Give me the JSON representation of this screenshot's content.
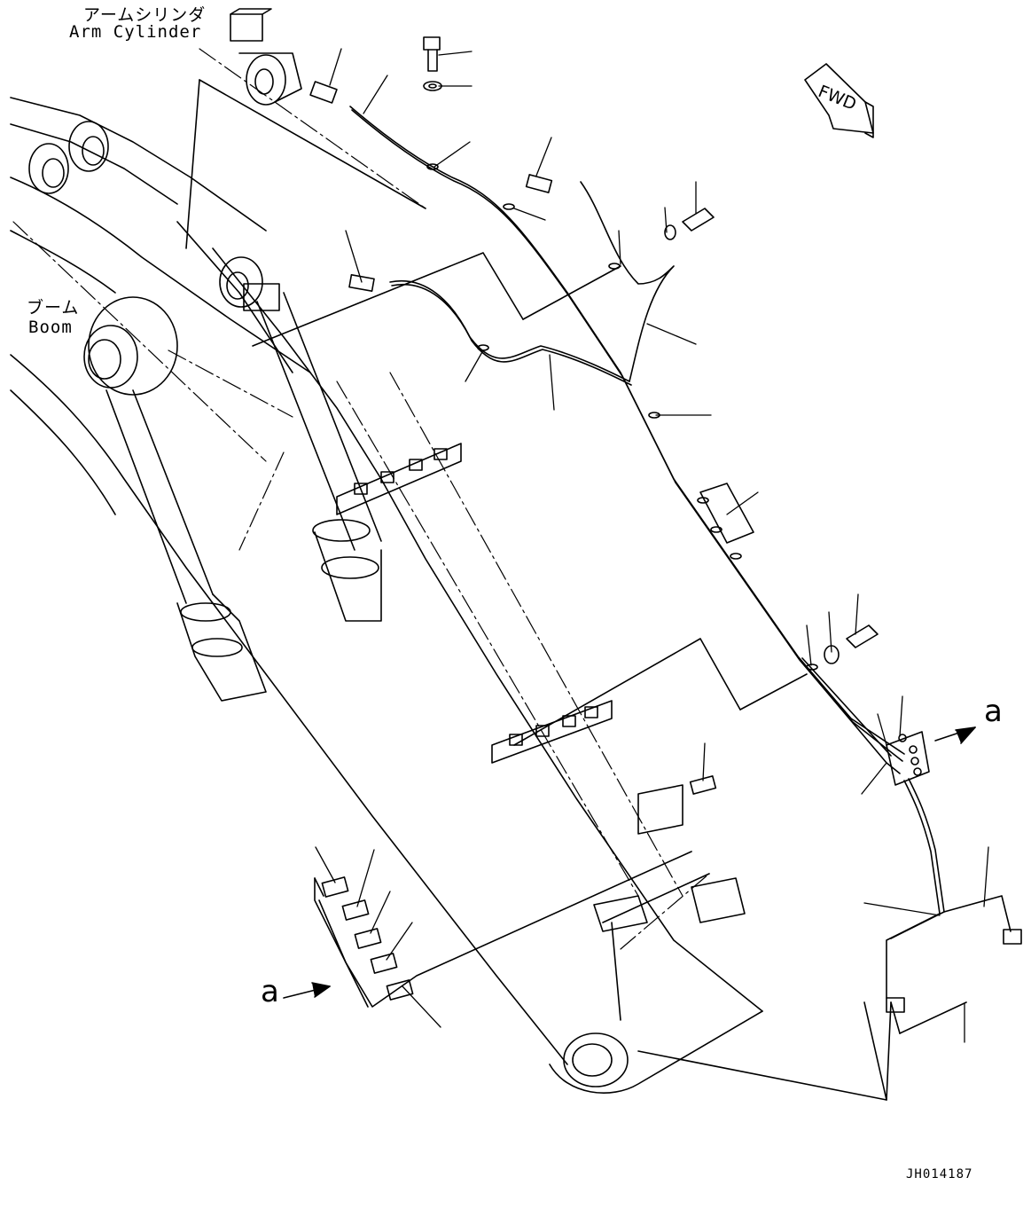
{
  "labels": {
    "arm_cylinder_jp": "アームシリンダ",
    "arm_cylinder_en": "Arm Cylinder",
    "boom_jp": "ブーム",
    "boom_en": "Boom",
    "view_ref_top": "a",
    "view_ref_bottom": "a",
    "direction": "FWD",
    "drawing_code": "JH014187"
  },
  "colors": {
    "line": "#000000",
    "background": "#ffffff"
  }
}
